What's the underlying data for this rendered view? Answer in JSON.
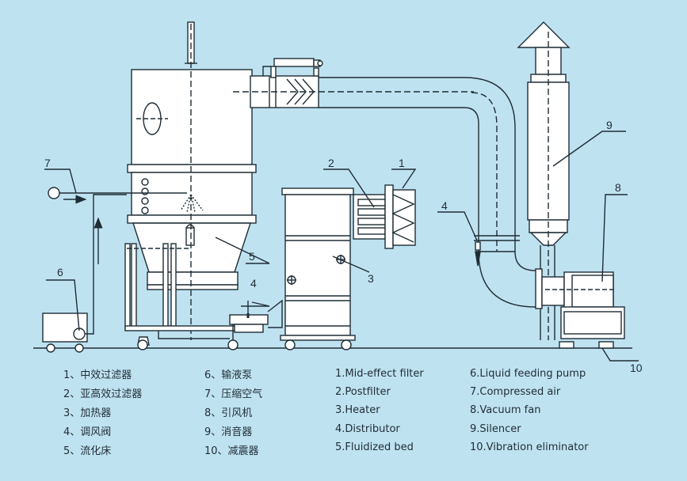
{
  "diagram": {
    "callouts": [
      "1",
      "2",
      "3",
      "4",
      "4",
      "5",
      "6",
      "7",
      "8",
      "9",
      "10"
    ],
    "legend_cn": [
      "1、中效过滤器",
      "2、亚高效过滤器",
      "3、加热器",
      "4、调风阀",
      "5、流化床",
      "6、输液泵",
      "7、压缩空气",
      "8、引风机",
      "9、消音器",
      "10、减震器"
    ],
    "legend_en": [
      "1.Mid-effect filter",
      "2.Postfilter",
      "3.Heater",
      "4.Distributor",
      "5.Fluidized bed",
      "6.Liquid feeding pump",
      "7.Compressed air",
      "8.Vacuum fan",
      "9.Silencer",
      "10.Vibration eliminator"
    ]
  },
  "colors": {
    "background": "#bfe2f1",
    "line": "#1f2d35",
    "equipment_fill": "#ffffff"
  }
}
